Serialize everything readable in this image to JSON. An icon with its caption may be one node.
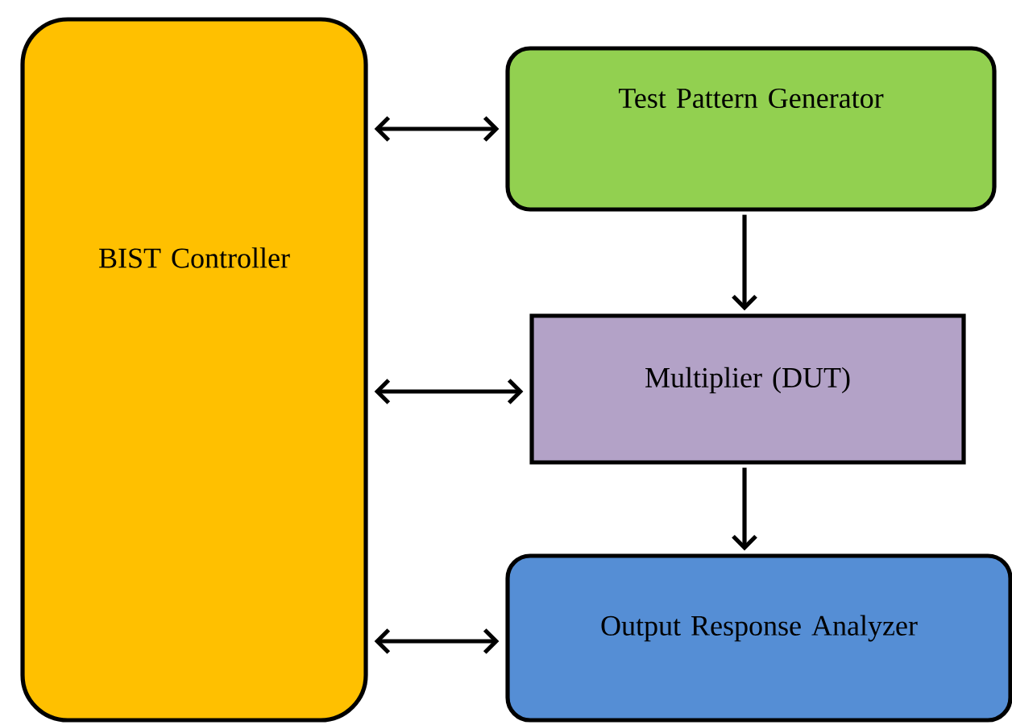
{
  "diagram": {
    "nodes": [
      {
        "text": [
          "BIST Controller"
        ]
      },
      {
        "text": [
          "Test Pattern Generator"
        ]
      },
      {
        "text": [
          "Multiplier (DUT)"
        ]
      },
      {
        "text": [
          "Output Response Analyzer"
        ]
      }
    ],
    "edges": [
      {
        "from": 0,
        "to": 1,
        "arrow": "both"
      },
      {
        "from": 0,
        "to": 2,
        "arrow": "both"
      },
      {
        "from": 0,
        "to": 3,
        "arrow": "both"
      },
      {
        "from": 1,
        "to": 2,
        "arrow": "to"
      },
      {
        "from": 2,
        "to": 3,
        "arrow": "to"
      }
    ]
  }
}
